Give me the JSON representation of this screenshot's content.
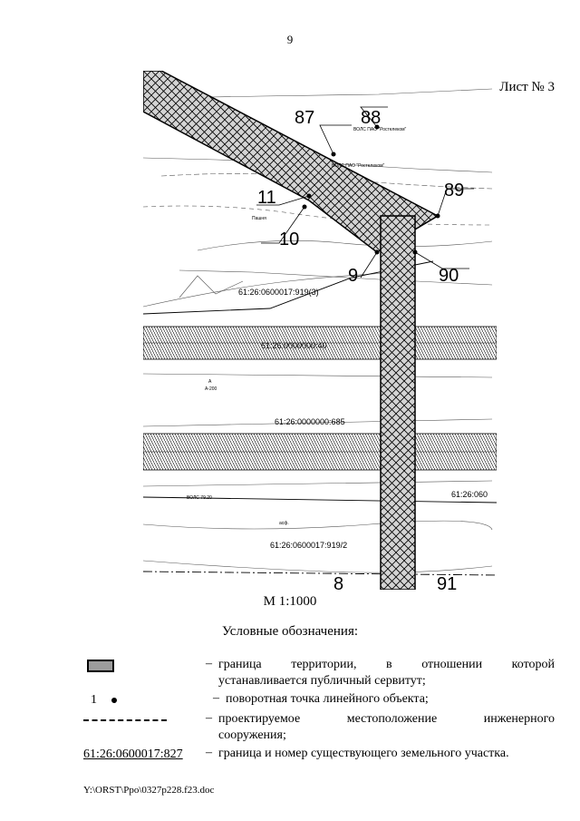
{
  "page_number": "9",
  "sheet_label": "Лист № 3",
  "map": {
    "point_labels": {
      "p87": "87",
      "p88": "88",
      "p89": "89",
      "p90": "90",
      "p11": "11",
      "p10": "10",
      "p9": "9",
      "p8": "8",
      "p91": "91"
    },
    "parcel_labels": {
      "parcel_919_3": "61:26:0600017:919(3)",
      "parcel_road_40": "61:26:0000000:40",
      "parcel_685": "61:26:0000000:685",
      "parcel_919_2": "61:26:0600017:919/2",
      "parcel_edge": "61:26:060"
    },
    "annotations": {
      "vols_top": "ВОЛС ПАО \"Ростелеком\"",
      "vols_mid": "ВОЛС ПАО \"Ростелеком\"",
      "pashnya": "Пашня",
      "road_a": "А",
      "road_a200": "А-200",
      "vols_low": "ВОЛС 79.20",
      "asph": "асф."
    },
    "colors": {
      "hatch_fill": "#cccccc",
      "line": "#000000"
    }
  },
  "scale_text": "М 1:1000",
  "legend": {
    "title": "Условные обозначения:",
    "dash": "–",
    "items": [
      {
        "lines": [
          "граница территории, в отношении которой",
          "устанавливается публичный сервитут;"
        ]
      },
      {
        "symbol_text": "1",
        "lines": [
          "поворотная точка линейного объекта;"
        ]
      },
      {
        "lines": [
          "проектируемое местоположение инженерного",
          "сооружения;"
        ]
      },
      {
        "symbol_text": "61:26:0600017:827",
        "lines": [
          "граница и номер существующего земельного участка."
        ]
      }
    ]
  },
  "footer_path": "Y:\\ORST\\Ppo\\0327p228.f23.doc"
}
